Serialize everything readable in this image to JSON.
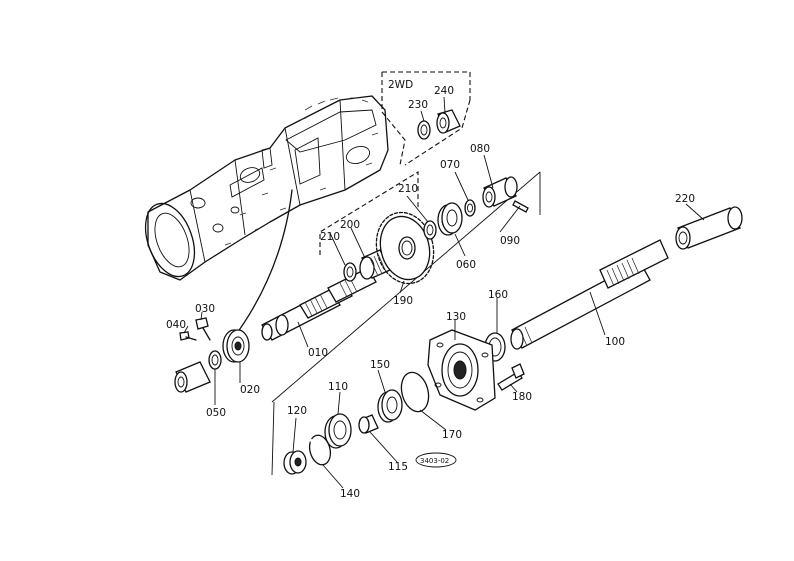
{
  "group_label": "2WD",
  "stamp": "3403-02",
  "parts": {
    "p010": "010",
    "p020": "020",
    "p030": "030",
    "p040": "040",
    "p050": "050",
    "p060": "060",
    "p070": "070",
    "p080": "080",
    "p090": "090",
    "p100": "100",
    "p110": "110",
    "p115": "115",
    "p120": "120",
    "p130": "130",
    "p140": "140",
    "p150": "150",
    "p160": "160",
    "p170": "170",
    "p180": "180",
    "p190": "190",
    "p200": "200",
    "p210a": "210",
    "p210b": "210",
    "p220": "220",
    "p230": "230",
    "p240": "240"
  }
}
